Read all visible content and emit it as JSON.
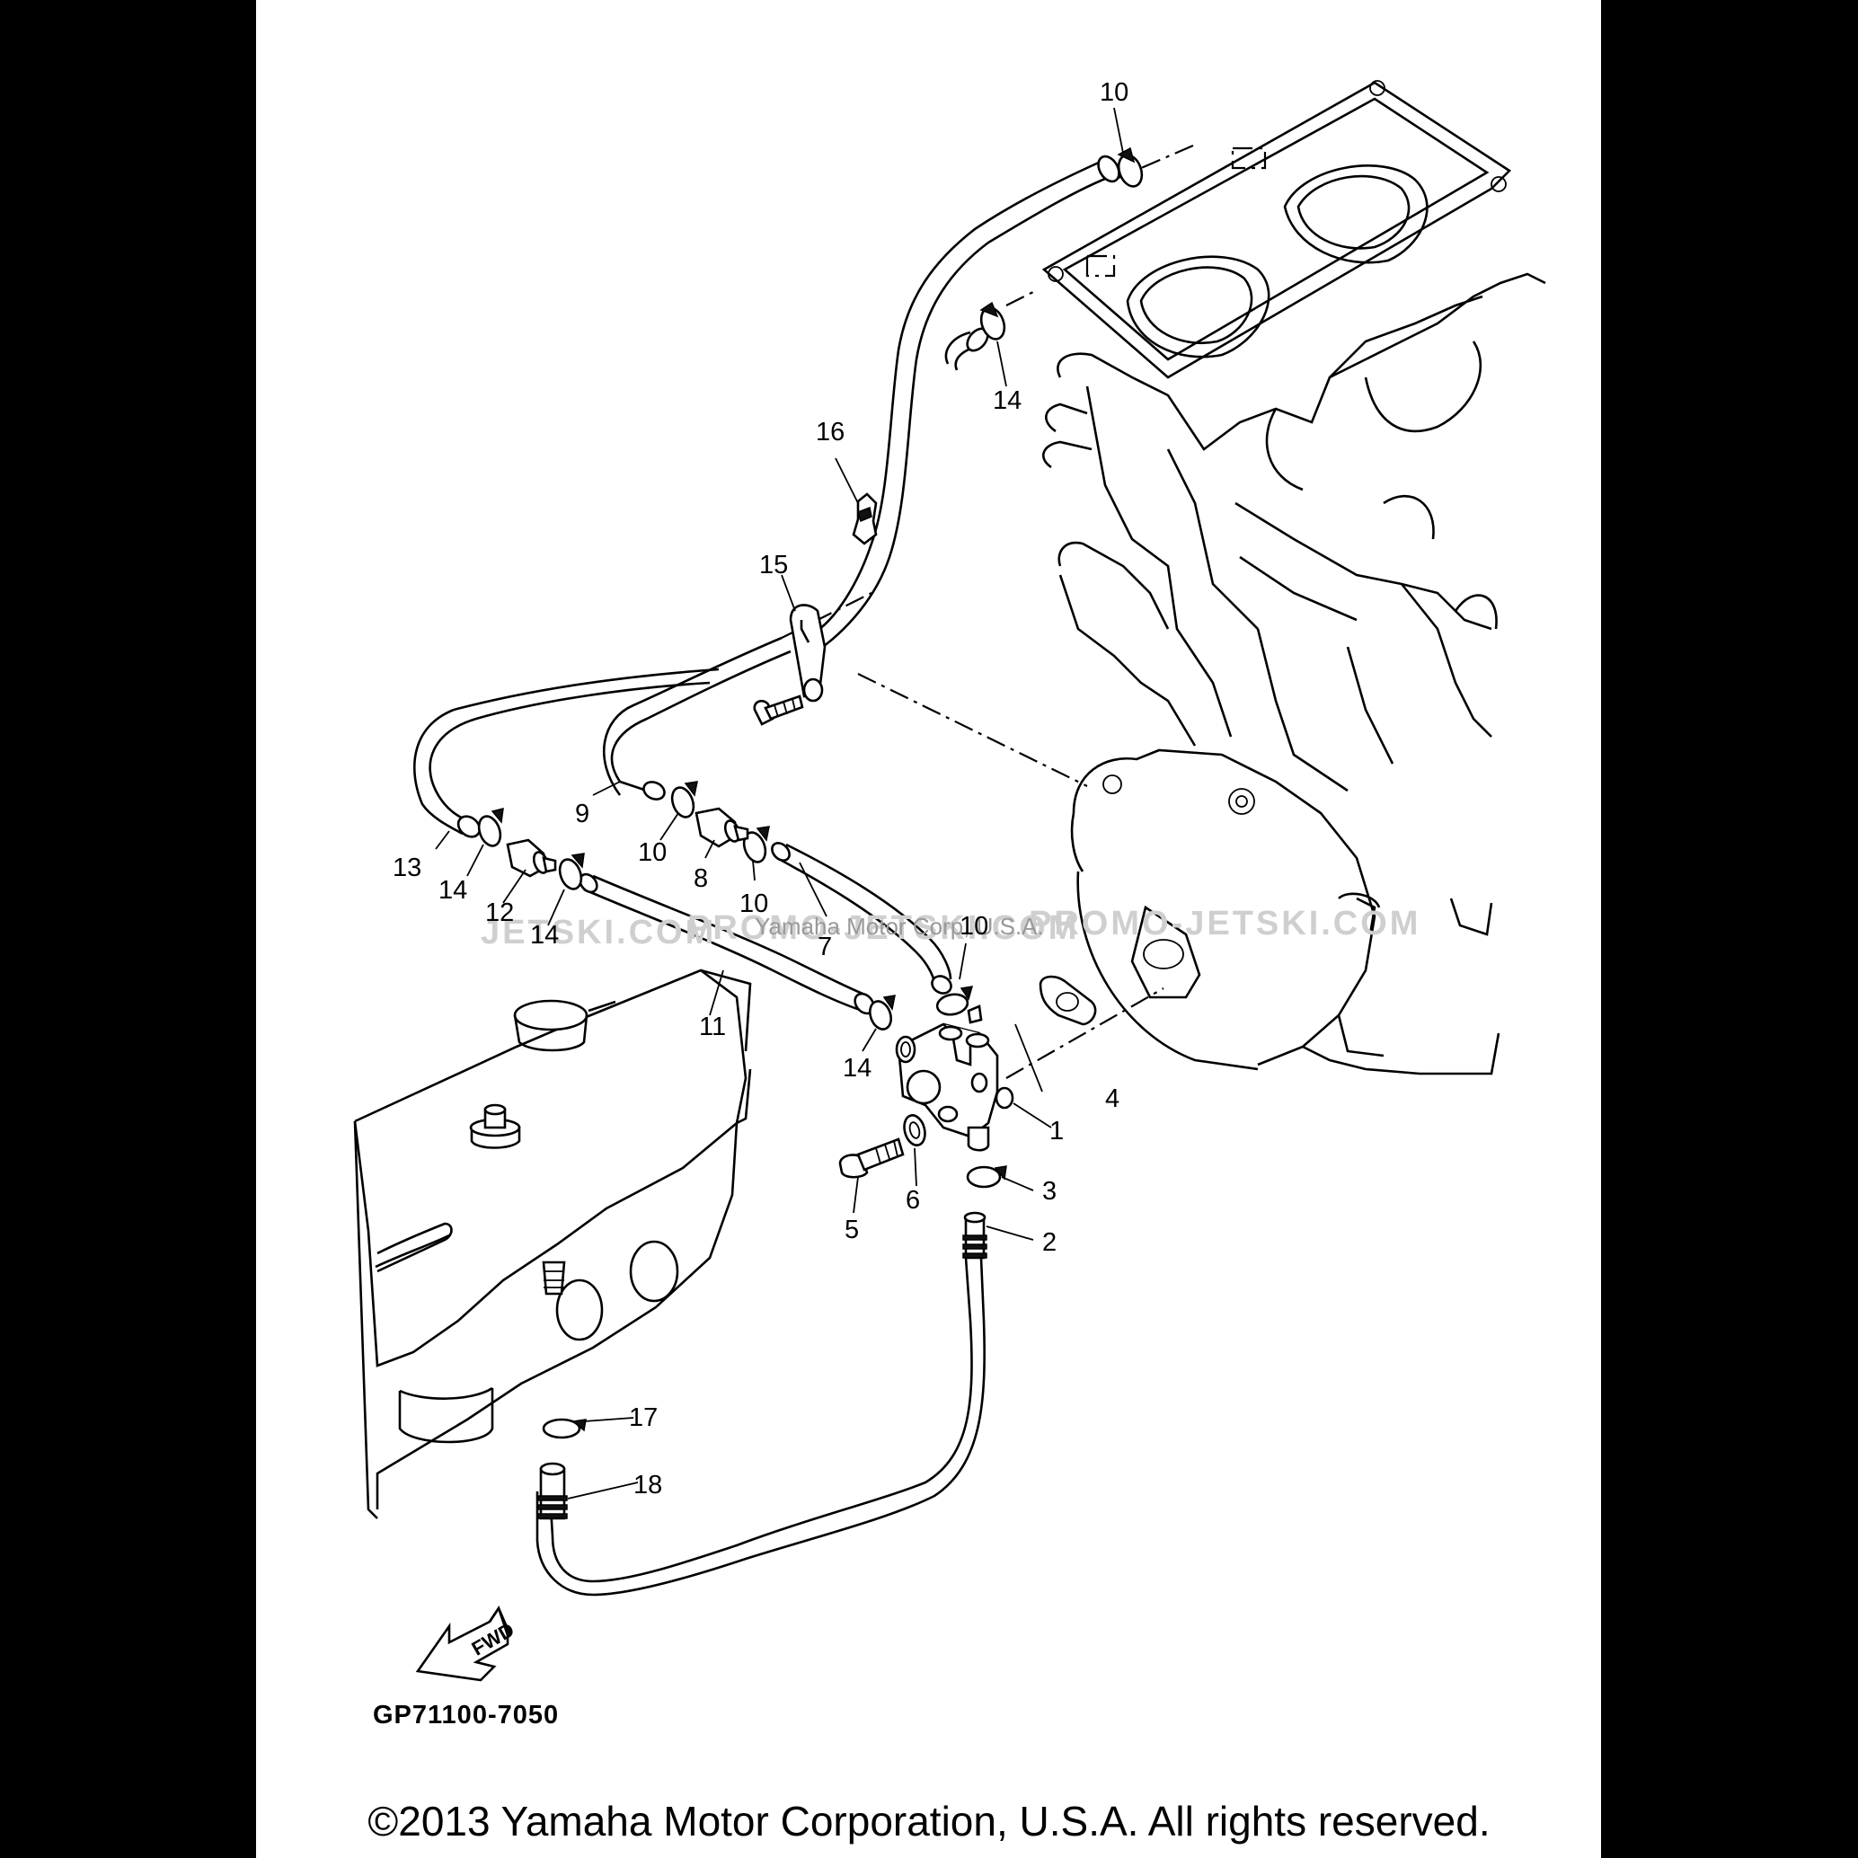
{
  "diagram": {
    "code": "GP71100-7050",
    "copyright": "©2013 Yamaha Motor Corporation, U.S.A. All rights reserved.",
    "fwd_label": "FWD",
    "watermark": [
      "JETSKI.COM",
      "PROMO-JETSKI.COM",
      "PROMO-JETSKI.COM"
    ],
    "watermark_center": "Yamaha Motor Corp, U.S.A.",
    "callouts": [
      "1",
      "2",
      "3",
      "4",
      "5",
      "6",
      "7",
      "8",
      "9",
      "10",
      "10",
      "10",
      "10",
      "11",
      "12",
      "13",
      "14",
      "14",
      "14",
      "14",
      "15",
      "16",
      "17",
      "18"
    ]
  }
}
